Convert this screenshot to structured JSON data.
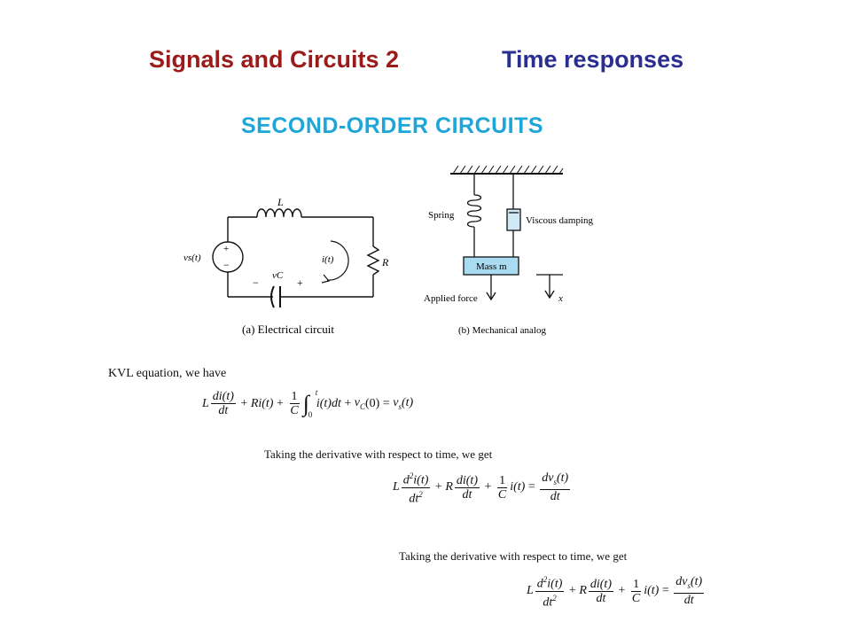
{
  "header": {
    "course_title": "Signals and Circuits 2",
    "topic_title": "Time responses"
  },
  "section_heading": "SECOND-ORDER CIRCUITS",
  "figure": {
    "electrical": {
      "caption": "(a) Electrical circuit",
      "label_L": "L",
      "label_R": "R",
      "label_source": "vs(t)",
      "label_current": "i(t)",
      "label_vc": "vC",
      "minus": "−",
      "plus": "+"
    },
    "mechanical": {
      "caption": "(b) Mechanical analog",
      "label_spring": "Spring",
      "label_damping": "Viscous damping",
      "label_mass": "Mass m",
      "label_force": "Applied force",
      "label_x": "x"
    }
  },
  "text": {
    "kvl_intro": "KVL equation, we have",
    "deriv_intro_1": "Taking the derivative with respect to time, we get",
    "deriv_intro_2": "Taking the derivative with respect to time, we get"
  }
}
